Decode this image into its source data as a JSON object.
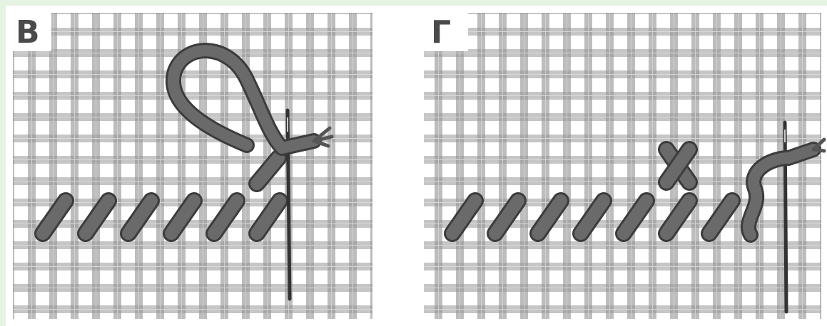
{
  "panels": [
    {
      "id": "v",
      "label": "В",
      "stitch_count": 7,
      "x_crossed_stitches": 0
    },
    {
      "id": "g",
      "label": "Г",
      "stitch_count": 7,
      "x_crossed_stitches": 1
    }
  ],
  "colors": {
    "background": "#ffffff",
    "mesh": "#c4c4c4",
    "mesh_dark": "#a9a9a9",
    "thread": "#6a6a6a",
    "thread_outline": "#3c3c3c",
    "needle": "#333333",
    "border_tint": "#e3f1e0"
  },
  "icons": {
    "needle": "needle-icon",
    "thread": "thread-icon"
  }
}
